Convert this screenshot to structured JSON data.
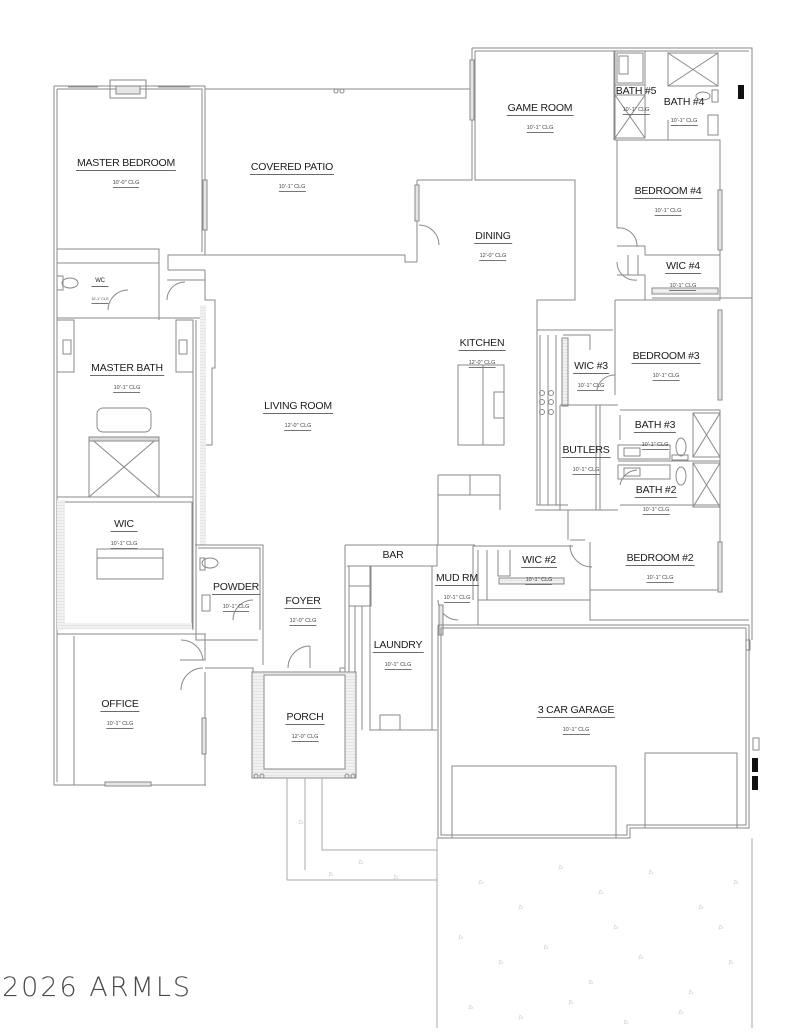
{
  "plan": {
    "type": "floor-plan",
    "rooms": [
      {
        "id": "master-bedroom",
        "name": "MASTER BEDROOM",
        "ceiling": "10'-0\" CLG"
      },
      {
        "id": "covered-patio",
        "name": "COVERED PATIO",
        "ceiling": "10'-1\" CLG"
      },
      {
        "id": "game-room",
        "name": "GAME ROOM",
        "ceiling": "10'-1\" CLG"
      },
      {
        "id": "bath-5",
        "name": "BATH #5",
        "ceiling": "10'-1\" CLG"
      },
      {
        "id": "bath-4",
        "name": "BATH #4",
        "ceiling": "10'-1\" CLG"
      },
      {
        "id": "bedroom-4",
        "name": "BEDROOM #4",
        "ceiling": "10'-1\" CLG"
      },
      {
        "id": "dining",
        "name": "DINING",
        "ceiling": "12'-0\" CLG"
      },
      {
        "id": "wc",
        "name": "WC",
        "ceiling": "10'-1\" CLG"
      },
      {
        "id": "wic-4",
        "name": "WIC #4",
        "ceiling": "10'-1\" CLG"
      },
      {
        "id": "kitchen",
        "name": "KITCHEN",
        "ceiling": "12'-0\" CLG"
      },
      {
        "id": "master-bath",
        "name": "MASTER BATH",
        "ceiling": "10'-1\" CLG"
      },
      {
        "id": "wic-3",
        "name": "WIC #3",
        "ceiling": "10'-1\" CLG"
      },
      {
        "id": "bedroom-3",
        "name": "BEDROOM #3",
        "ceiling": "10'-1\" CLG"
      },
      {
        "id": "living-room",
        "name": "LIVING ROOM",
        "ceiling": "12'-0\" CLG"
      },
      {
        "id": "bath-3",
        "name": "BATH #3",
        "ceiling": "10'-1\" CLG"
      },
      {
        "id": "butlers",
        "name": "BUTLERS",
        "ceiling": "10'-1\" CLG"
      },
      {
        "id": "bath-2",
        "name": "BATH #2",
        "ceiling": "10'-1\" CLG"
      },
      {
        "id": "wic",
        "name": "WIC",
        "ceiling": "10'-1\" CLG"
      },
      {
        "id": "bar",
        "name": "BAR",
        "ceiling": ""
      },
      {
        "id": "wic-2",
        "name": "WIC #2",
        "ceiling": "10'-1\" CLG"
      },
      {
        "id": "mud-rm",
        "name": "MUD RM",
        "ceiling": "10'-1\" CLG"
      },
      {
        "id": "bedroom-2",
        "name": "BEDROOM #2",
        "ceiling": "10'-1\" CLG"
      },
      {
        "id": "powder",
        "name": "POWDER",
        "ceiling": "10'-1\" CLG"
      },
      {
        "id": "foyer",
        "name": "FOYER",
        "ceiling": "12'-0\" CLG"
      },
      {
        "id": "laundry",
        "name": "LAUNDRY",
        "ceiling": "10'-1\" CLG"
      },
      {
        "id": "office",
        "name": "OFFICE",
        "ceiling": "10'-1\" CLG"
      },
      {
        "id": "garage",
        "name": "3 CAR GARAGE",
        "ceiling": "10'-1\" CLG"
      },
      {
        "id": "porch",
        "name": "PORCH",
        "ceiling": "12'-0\" CLG"
      }
    ],
    "colors": {
      "wall": "#8a8a8a",
      "text": "#1c1c1c",
      "hatch": "#cfcfcf",
      "background": "#ffffff"
    }
  },
  "watermark": "2026 ARMLS"
}
